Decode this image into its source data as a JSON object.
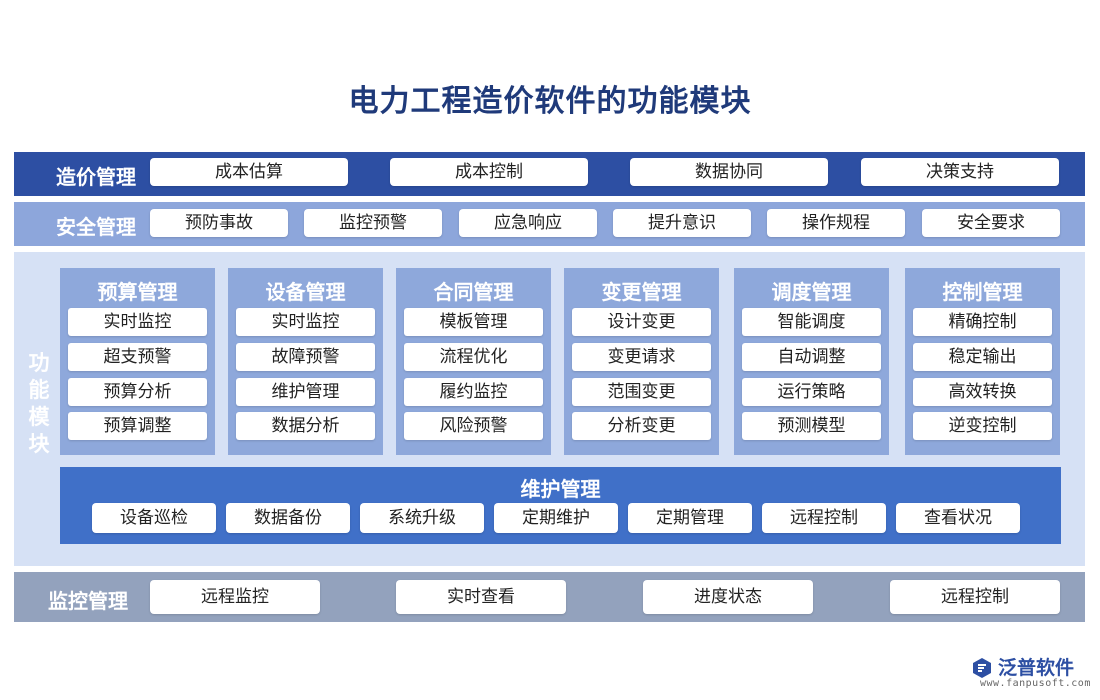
{
  "title": "电力工程造价软件的功能模块",
  "cost": {
    "label": "造价管理",
    "items": [
      "成本估算",
      "成本控制",
      "数据协同",
      "决策支持"
    ]
  },
  "safety": {
    "label": "安全管理",
    "items": [
      "预防事故",
      "监控预警",
      "应急响应",
      "提升意识",
      "操作规程",
      "安全要求"
    ]
  },
  "func": {
    "label": [
      "功",
      "能",
      "模",
      "块"
    ],
    "modules": [
      {
        "title": "预算管理",
        "items": [
          "实时监控",
          "超支预警",
          "预算分析",
          "预算调整"
        ]
      },
      {
        "title": "设备管理",
        "items": [
          "实时监控",
          "故障预警",
          "维护管理",
          "数据分析"
        ]
      },
      {
        "title": "合同管理",
        "items": [
          "模板管理",
          "流程优化",
          "履约监控",
          "风险预警"
        ]
      },
      {
        "title": "变更管理",
        "items": [
          "设计变更",
          "变更请求",
          "范围变更",
          "分析变更"
        ]
      },
      {
        "title": "调度管理",
        "items": [
          "智能调度",
          "自动调整",
          "运行策略",
          "预测模型"
        ]
      },
      {
        "title": "控制管理",
        "items": [
          "精确控制",
          "稳定输出",
          "高效转换",
          "逆变控制"
        ]
      }
    ],
    "maintenance": {
      "title": "维护管理",
      "items": [
        "设备巡检",
        "数据备份",
        "系统升级",
        "定期维护",
        "定期管理",
        "远程控制",
        "查看状况"
      ]
    }
  },
  "monitor": {
    "label": "监控管理",
    "items": [
      "远程监控",
      "实时查看",
      "进度状态",
      "远程控制"
    ]
  },
  "logo": {
    "name": "泛普软件",
    "url": "www.fanpusoft.com"
  },
  "colors": {
    "dark_blue": "#2d4fa3",
    "light_blue": "#8da6db",
    "pale_blue": "#d6e1f5",
    "mid_blue": "#4070c8",
    "gray_blue": "#93a2bd"
  }
}
